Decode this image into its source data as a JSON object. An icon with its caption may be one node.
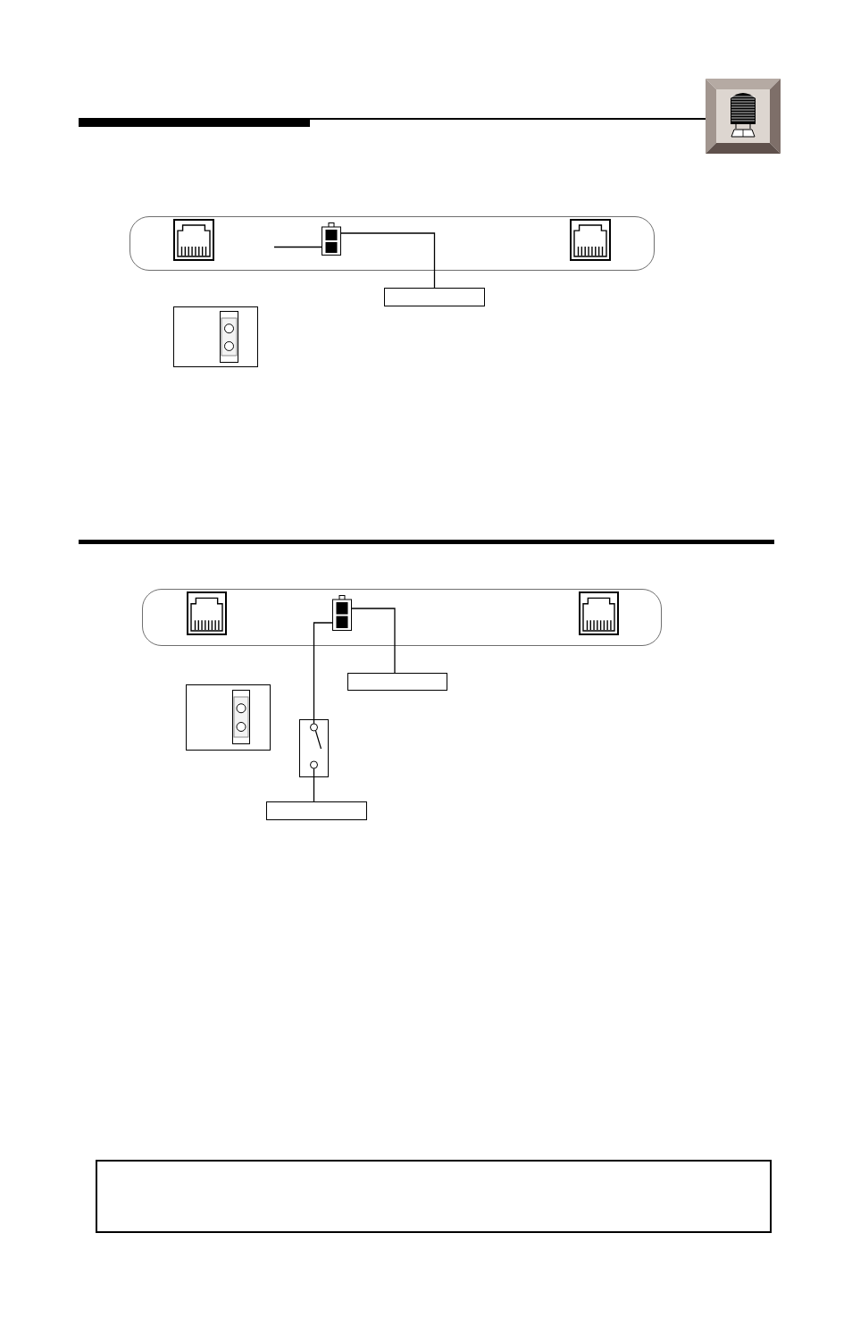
{
  "diagram": {
    "nodes": [
      {
        "text": [],
        "shape": "box"
      },
      {
        "text": [],
        "shape": "picture",
        "in": 0
      },
      {
        "text": [],
        "shape": "picture",
        "in": 0
      },
      {
        "text": [],
        "shape": "picture",
        "in": 0
      },
      {
        "text": [],
        "shape": "box"
      },
      {
        "text": [],
        "shape": "box"
      },
      {
        "text": [],
        "shape": "box"
      },
      {
        "text": [],
        "shape": "picture",
        "in": 6
      },
      {
        "text": [],
        "shape": "picture",
        "in": 6
      },
      {
        "text": [],
        "shape": "picture",
        "in": 6
      },
      {
        "text": [],
        "shape": "box"
      },
      {
        "text": [],
        "shape": "box"
      },
      {
        "text": [],
        "shape": "picture"
      },
      {
        "text": [],
        "shape": "box"
      },
      {
        "text": [],
        "shape": "box"
      }
    ],
    "edges": [
      {
        "from": null,
        "to": 2,
        "arrow": "none"
      },
      {
        "from": 2,
        "to": 4,
        "arrow": "none"
      },
      {
        "from": 8,
        "to": 10,
        "arrow": "none"
      },
      {
        "from": 8,
        "to": 12,
        "arrow": "none"
      },
      {
        "from": 12,
        "to": 13,
        "arrow": "none"
      }
    ]
  }
}
